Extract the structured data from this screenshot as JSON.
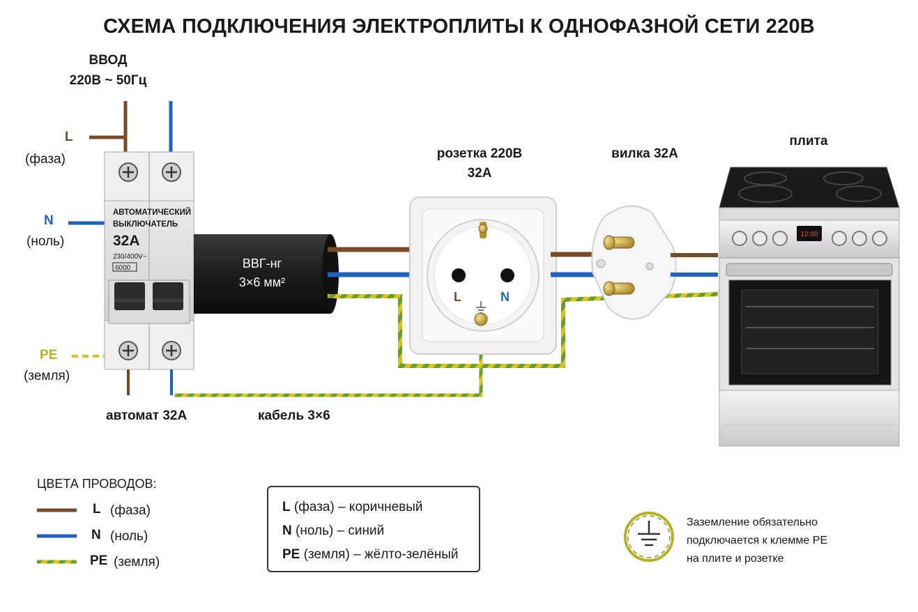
{
  "title": "СХЕМА ПОДКЛЮЧЕНИЯ ЭЛЕКТРОПЛИТЫ К ОДНОФАЗНОЙ СЕТИ 220В",
  "input": {
    "line1": "ВВОД",
    "line2": "220В ~ 50Гц"
  },
  "wires_left": {
    "L": {
      "code": "L",
      "name": "(фаза)"
    },
    "N": {
      "code": "N",
      "name": "(ноль)"
    },
    "PE": {
      "code": "PE",
      "name": "(земля)"
    }
  },
  "breaker": {
    "line1": "АВТОМАТИЧЕСКИЙ",
    "line2": "ВЫКЛЮЧАТЕЛЬ",
    "rating": "32А",
    "voltage": "230/400V~",
    "code": "6000",
    "caption": "автомат 32А"
  },
  "cable": {
    "name": "ВВГ-нг",
    "spec": "3×6 мм²",
    "caption": "кабель 3×6"
  },
  "socket": {
    "line1": "розетка 220В",
    "line2": "32А",
    "L": "L",
    "N": "N"
  },
  "plug": {
    "caption": "вилка 32А"
  },
  "stove": {
    "caption": "плита",
    "display": "12:00"
  },
  "legend": {
    "title": "ЦВЕТА ПРОВОДОВ:",
    "items": [
      {
        "code": "L",
        "name": "(фаза)"
      },
      {
        "code": "N",
        "name": "(ноль)"
      },
      {
        "code": "PE",
        "name": "(земля)"
      }
    ]
  },
  "legend_box": {
    "row1": {
      "code": "L",
      "text": "(фаза) – коричневый"
    },
    "row2": {
      "code": "N",
      "text": "(ноль) – синий"
    },
    "row3": {
      "code": "PE",
      "text": "(земля) – жёлто-зелёный"
    }
  },
  "ground_note": {
    "line1": "Заземление обязательно",
    "line2": "подключается к клемме PE",
    "line3": "на плите и розетке"
  },
  "colors": {
    "brown": "#7a4a24",
    "blue": "#1f63c2",
    "yellow": "#d8c51c",
    "green": "#6a9e2c"
  }
}
